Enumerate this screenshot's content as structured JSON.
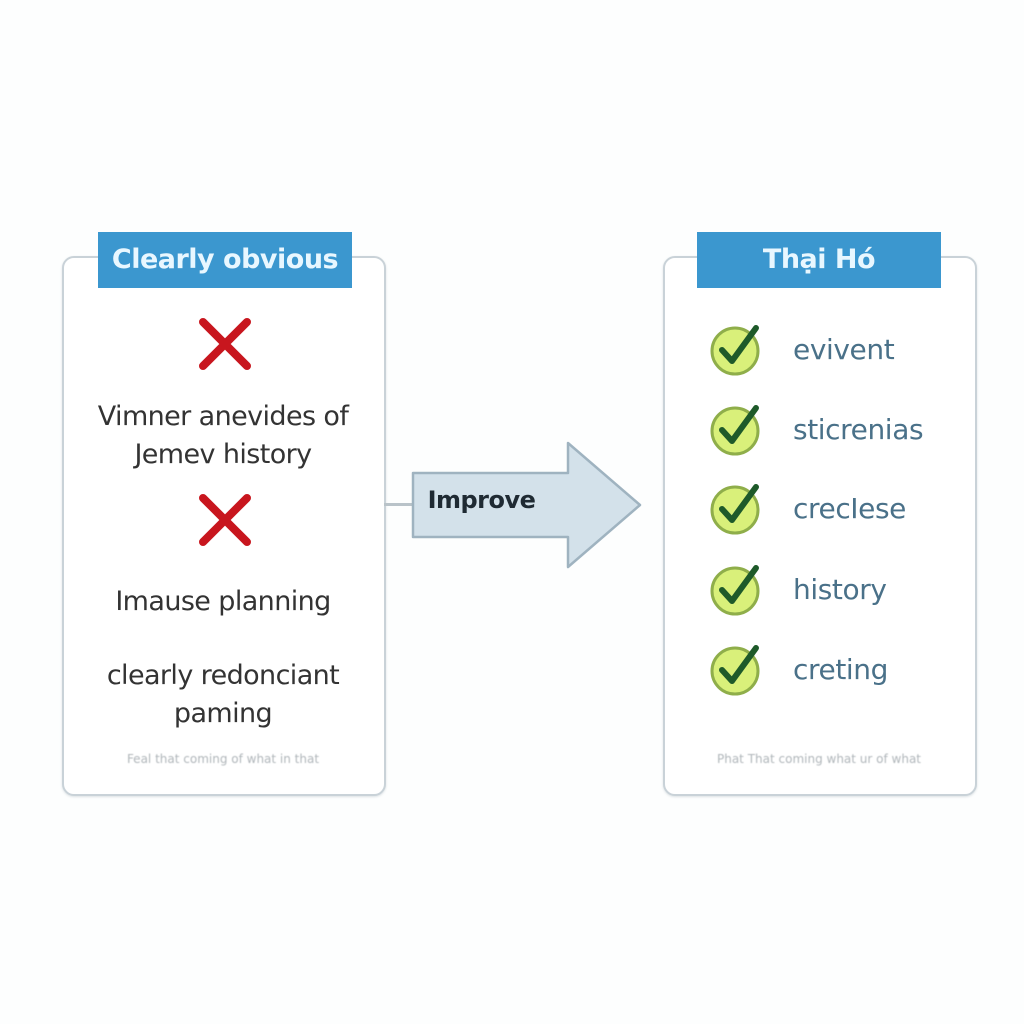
{
  "left_panel": {
    "header": "Clearly obvious",
    "items": [
      {
        "icon": "x-icon",
        "text_lines": [
          "Vimner anevides of",
          "Jemev history"
        ]
      },
      {
        "icon": "x-icon",
        "text_lines": [
          "Imause planning"
        ]
      },
      {
        "icon": null,
        "text_lines": [
          "clearly redonciant",
          "paming"
        ]
      }
    ],
    "footnote": "Feal that coming of what in that"
  },
  "arrow": {
    "label": "Improve"
  },
  "right_panel": {
    "header": "Thại Hó",
    "items": [
      {
        "icon": "check-icon",
        "label": "evivent"
      },
      {
        "icon": "check-icon",
        "label": "sticrenias"
      },
      {
        "icon": "check-icon",
        "label": "crecIese"
      },
      {
        "icon": "check-icon",
        "label": "history"
      },
      {
        "icon": "check-icon",
        "label": "creting"
      }
    ],
    "footnote": "Phat That coming what ur of what"
  },
  "colors": {
    "header_bg": "#3b97cf",
    "header_text": "#e8f7ff",
    "x_red": "#c8161e",
    "check_fill": "#d9f07a",
    "check_stroke": "#1e5a2a",
    "arrow_fill": "#d3e1ea",
    "arrow_stroke": "#9fb3c0",
    "right_label": "#4a7189"
  }
}
